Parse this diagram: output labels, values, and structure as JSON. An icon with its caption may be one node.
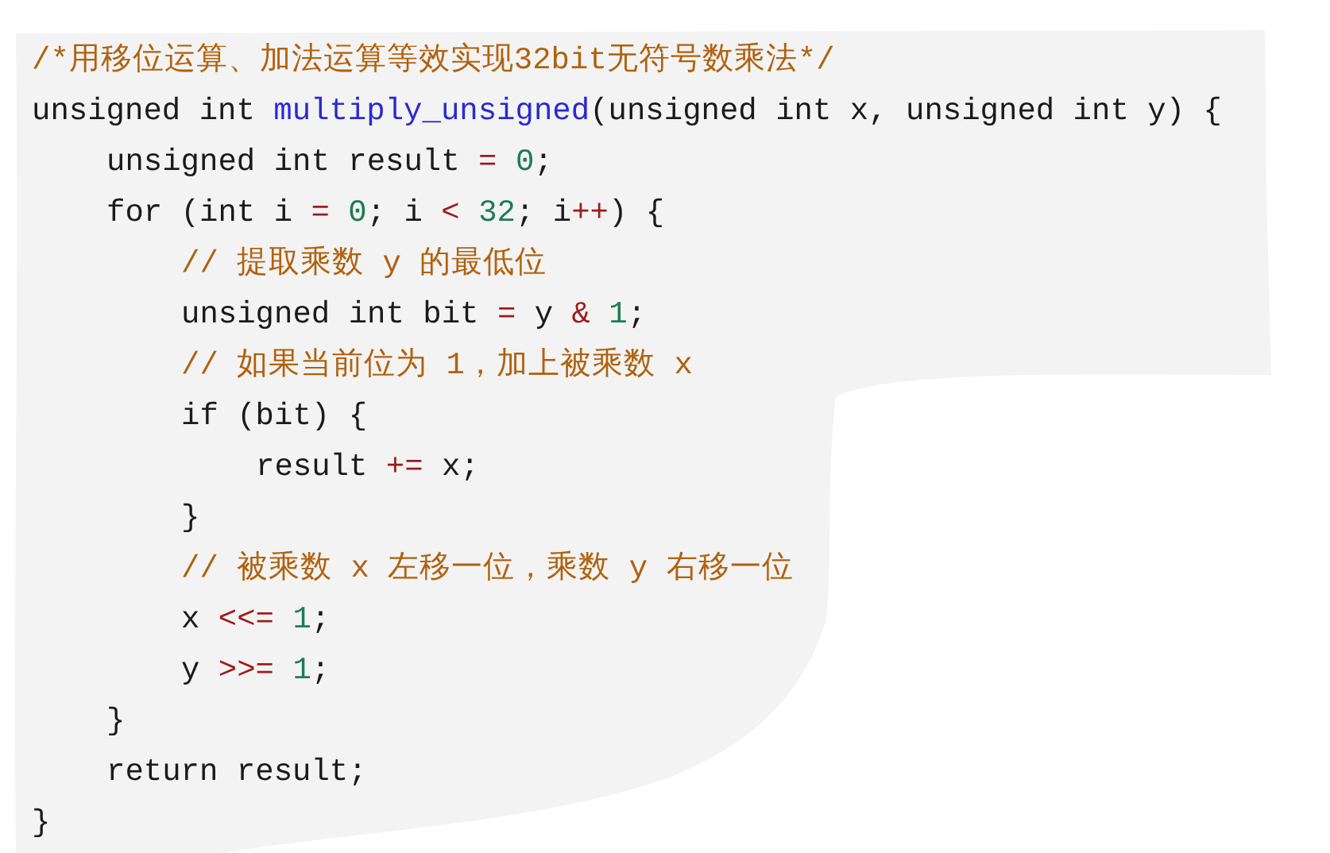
{
  "diagram": {
    "labels": [
      "/*用移位运算、加法运算等效实现32bit无符号数乘法*/",
      "unsigned int multiply_unsigned(unsigned int x, unsigned int y) {",
      "unsigned int result = 0;",
      "for (int i = 0; i < 32; i++) {",
      "// 提取乘数 y 的最低位",
      "unsigned int bit = y & 1;",
      "// 如果当前位为 1，加上被乘数 x",
      "if (bit) {",
      "result += x;",
      "}",
      "// 被乘数 x 左移一位，乘数 y 右移一位",
      "x <<= 1;",
      "y >>= 1;",
      "}",
      "return result;",
      "}"
    ]
  }
}
